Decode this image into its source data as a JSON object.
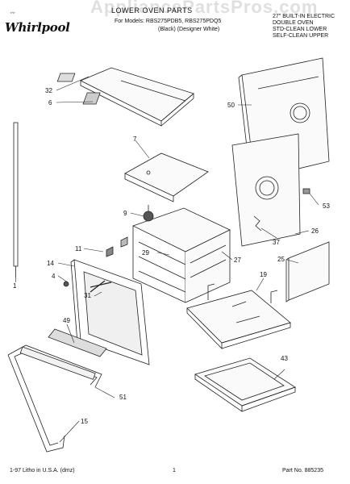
{
  "header": {
    "brand": "Whirlpool",
    "watermark": "AppliancePartsPros.com",
    "title": "LOWER OVEN PARTS",
    "models_label": "For Models: RBS275PDB5, RBS275PDQ5",
    "colors_label": "(Black)  (Designer White)",
    "description_lines": [
      "27\" BUILT-IN ELECTRIC",
      "DOUBLE OVEN",
      "STD-CLEAN LOWER",
      "SELF-CLEAN UPPER"
    ]
  },
  "callouts": [
    "32",
    "6",
    "50",
    "7",
    "9",
    "53",
    "11",
    "29",
    "27",
    "37",
    "26",
    "14",
    "4",
    "25",
    "1",
    "19",
    "31",
    "49",
    "43",
    "51",
    "15"
  ],
  "footer": {
    "litho": "1-97 Litho in U.S.A. (dmz)",
    "page": "1",
    "part_no": "Part No. 885235"
  }
}
